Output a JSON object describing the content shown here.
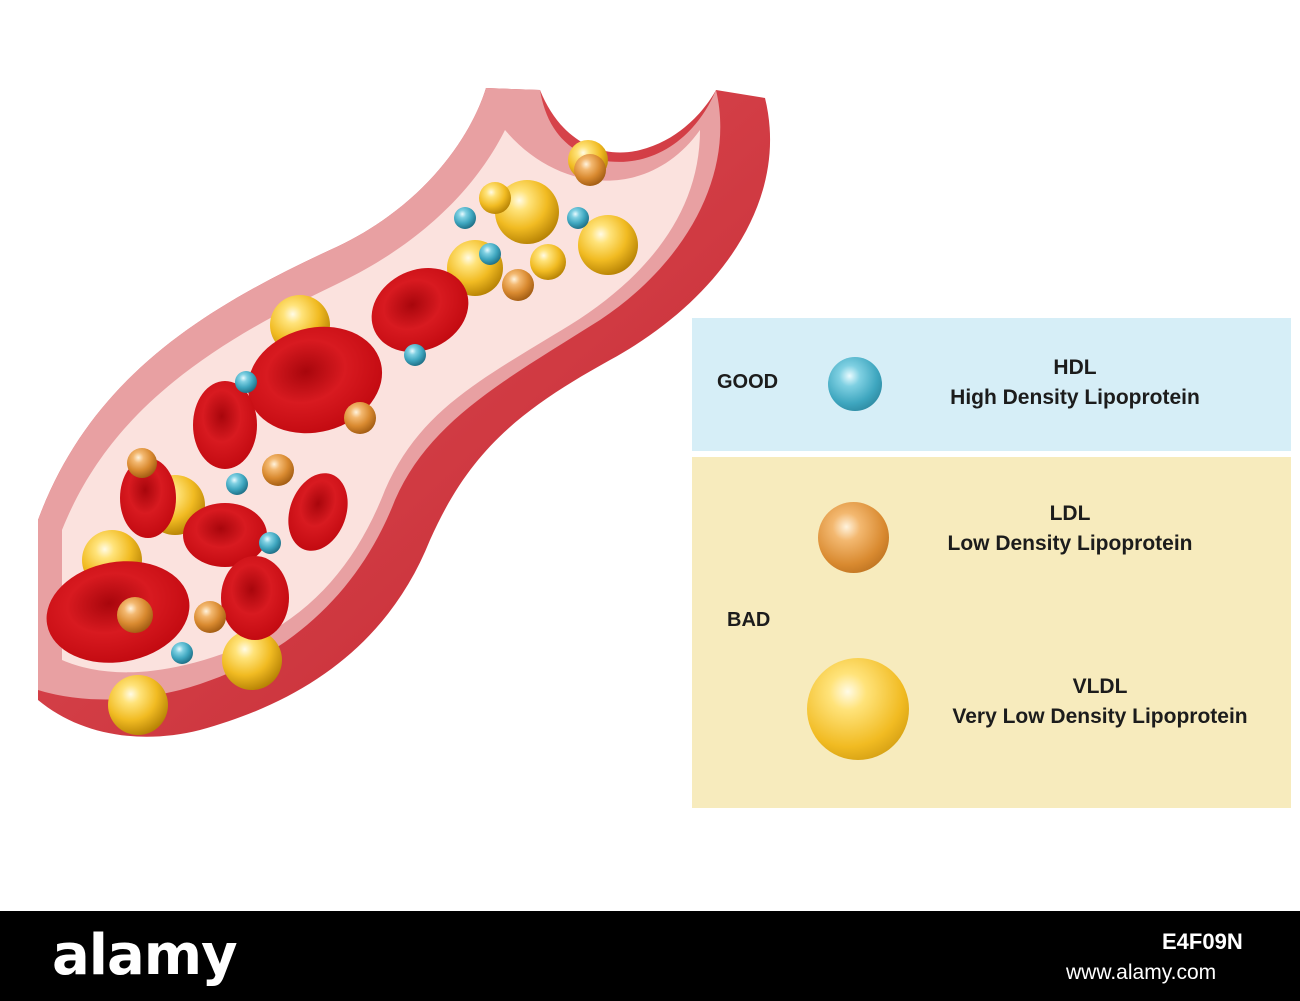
{
  "legend": {
    "good": {
      "category_label": "GOOD",
      "items": [
        {
          "abbr": "HDL",
          "name": "High Density Lipoprotein",
          "color": "#3ea6bf",
          "icon": "blue-sphere-icon"
        }
      ]
    },
    "bad": {
      "category_label": "BAD",
      "items": [
        {
          "abbr": "LDL",
          "name": "Low Density Lipoprotein",
          "color": "#d98a30",
          "icon": "orange-sphere-icon"
        },
        {
          "abbr": "VLDL",
          "name": "Very Low Density Lipoprotein",
          "color": "#f1bb22",
          "icon": "yellow-sphere-icon"
        }
      ]
    },
    "colors": {
      "good_background": "#d6eef7",
      "bad_background": "#f7ebbd"
    }
  },
  "illustration": {
    "subject": "cutaway blood vessel with red blood cells and lipoprotein particles",
    "colors": {
      "vessel_outer": "#d9383f",
      "vessel_wall": "#e8a0a2",
      "lumen": "#fbe2de",
      "red_blood_cell": "#d81a20"
    }
  },
  "footer": {
    "brand": "alamy",
    "image_id": "E4F09N",
    "url": "www.alamy.com"
  }
}
